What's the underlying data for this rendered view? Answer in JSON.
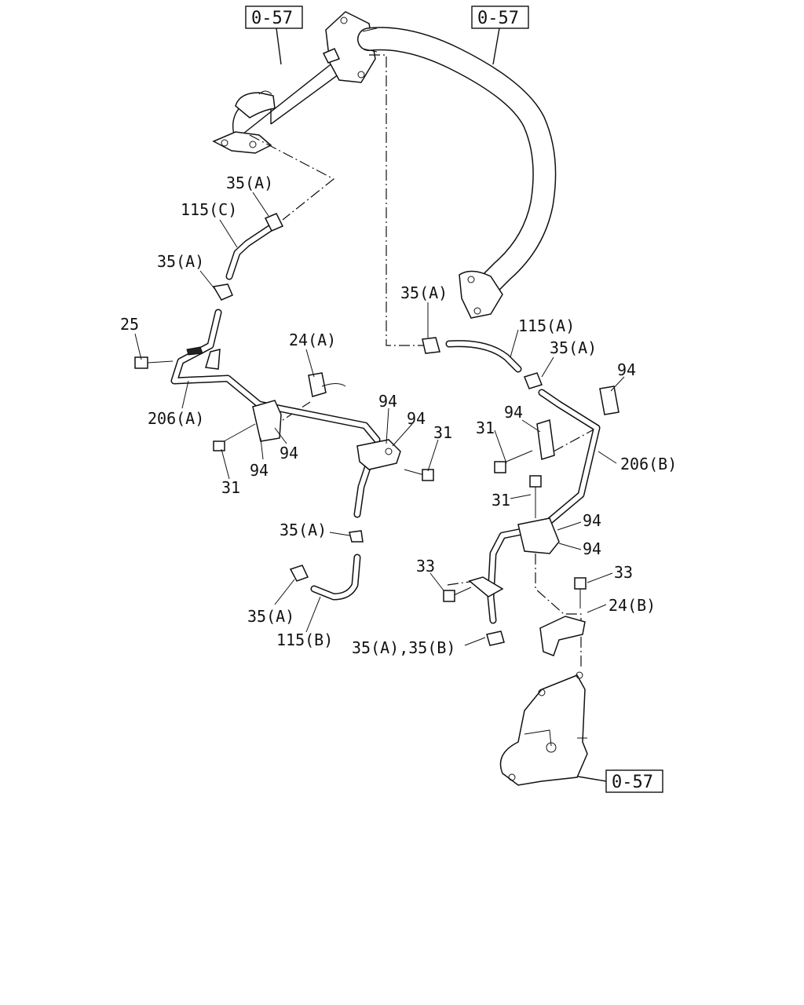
{
  "diagram": {
    "refs": [
      "0-57",
      "0-57",
      "0-57"
    ],
    "labels": [
      "35(A)",
      "115(C)",
      "35(A)",
      "25",
      "24(A)",
      "206(A)",
      "31",
      "94",
      "94",
      "94",
      "94",
      "31",
      "35(A)",
      "35(A)",
      "115(B)",
      "35(A)",
      "115(A)",
      "35(A)",
      "94",
      "94",
      "31",
      "206(B)",
      "31",
      "94",
      "94",
      "33",
      "33",
      "24(B)",
      "35(A),35(B)"
    ]
  }
}
